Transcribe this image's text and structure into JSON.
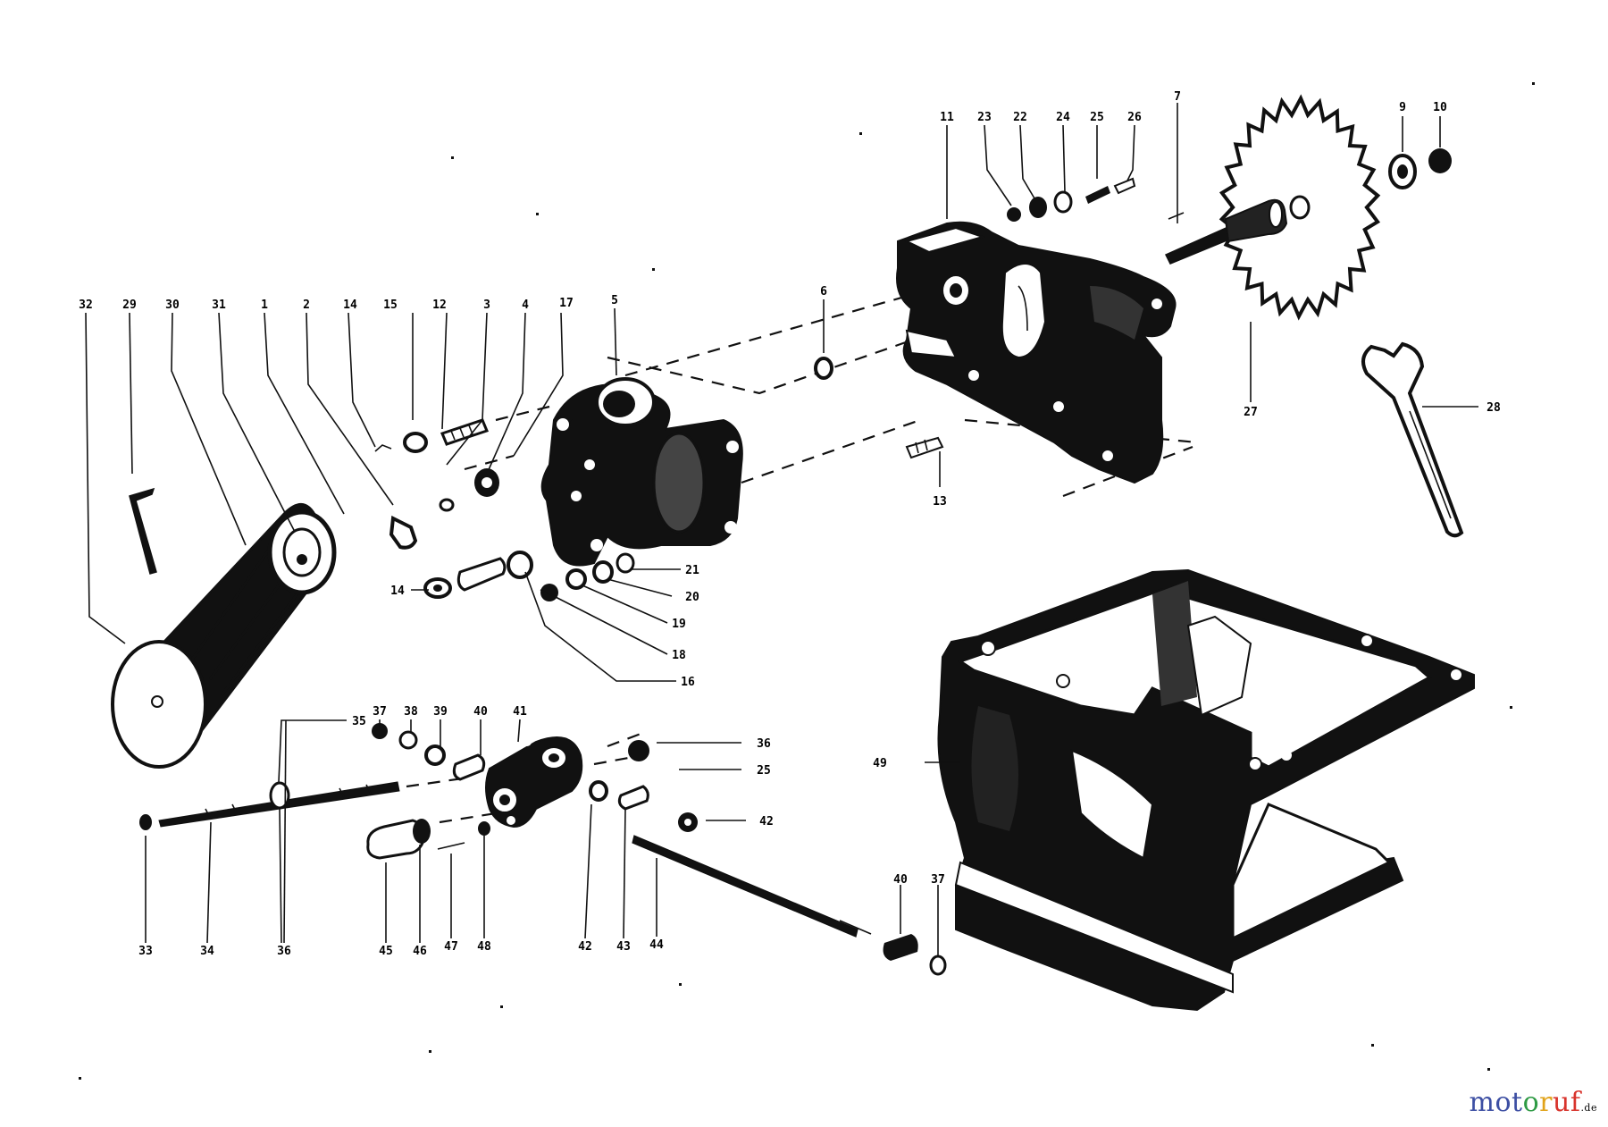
{
  "watermark": {
    "text": "motoruf",
    "suffix": ".de",
    "letter_colors": [
      "#3d4fa3",
      "#3d4fa3",
      "#3d4fa3",
      "#2e9a44",
      "#e1a31a",
      "#d8332c",
      "#d8332c"
    ]
  },
  "part_numbers": {
    "p32": "32",
    "p29": "29",
    "p30": "30",
    "p31": "31",
    "p1": "1",
    "p2": "2",
    "p14a": "14",
    "p15": "15",
    "p12": "12",
    "p3": "3",
    "p4": "4",
    "p17a": "17",
    "p5": "5",
    "p6": "6",
    "p11": "11",
    "p23": "23",
    "p22": "22",
    "p24": "24",
    "p25a": "25",
    "p26a": "26",
    "p7": "7",
    "p9": "9",
    "p10": "10",
    "p13": "13",
    "p27": "27",
    "p28": "28",
    "p14b": "14",
    "p21": "21",
    "p20": "20",
    "p19": "19",
    "p18": "18",
    "p16": "16",
    "p37": "37",
    "p38": "38",
    "p39": "39",
    "p40": "40",
    "p41": "41",
    "p35": "35",
    "p36r": "36",
    "p25r": "25",
    "p42r": "42",
    "p49": "49",
    "p33": "33",
    "p34": "34",
    "p36b": "36",
    "p45": "45",
    "p46": "46",
    "p47": "47",
    "p48": "48",
    "p42b": "42",
    "p43": "43",
    "p44": "44",
    "p40b": "40",
    "p37b": "37"
  }
}
